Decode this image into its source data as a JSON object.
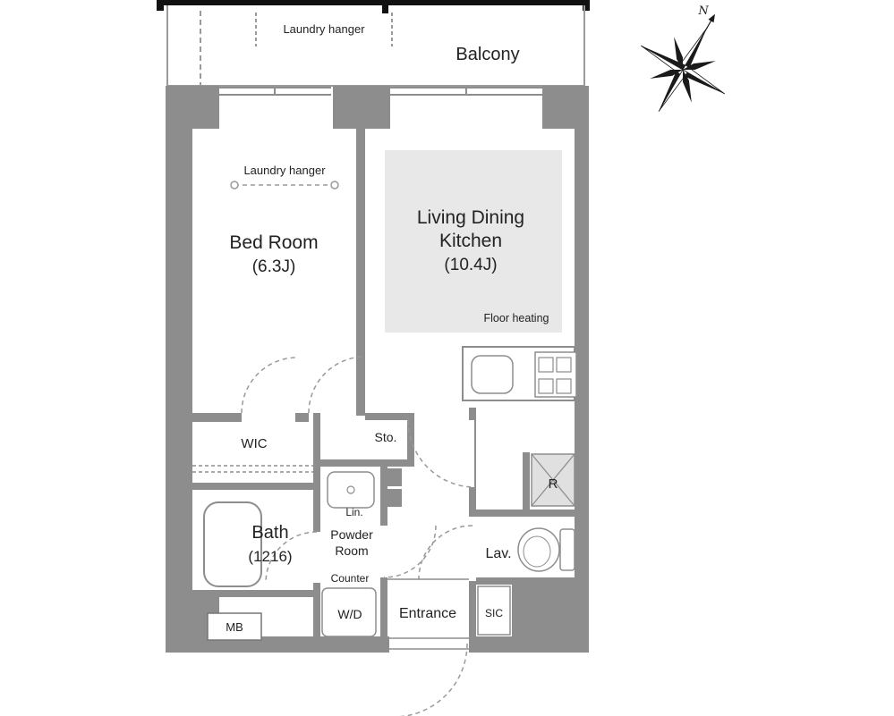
{
  "compass": {
    "north": "N"
  },
  "balcony": {
    "label": "Balcony",
    "laundry_hanger": "Laundry hanger"
  },
  "bedroom": {
    "name": "Bed Room",
    "size": "(6.3J)",
    "laundry_hanger": "Laundry hanger"
  },
  "ldk": {
    "line1": "Living Dining",
    "line2": "Kitchen",
    "size": "(10.4J)",
    "floor_heating": "Floor heating"
  },
  "wic": {
    "label": "WIC"
  },
  "storage": {
    "label": "Sto."
  },
  "bath": {
    "name": "Bath",
    "size": "(1216)"
  },
  "linen": {
    "label": "Lin."
  },
  "powder_room": {
    "line1": "Powder",
    "line2": "Room",
    "counter": "Counter"
  },
  "washer_dryer": {
    "label": "W/D"
  },
  "entrance": {
    "label": "Entrance"
  },
  "sic": {
    "label": "SIC"
  },
  "lavatory": {
    "label": "Lav."
  },
  "refrigerator": {
    "label": "R"
  },
  "meter_box": {
    "label": "MB"
  },
  "colors": {
    "wall": "#8d8d8d",
    "floor_heating_fill": "#e8e8e8",
    "fixture_stroke": "#8d8d8d",
    "door_arc": "#999999",
    "boundary_black": "#111111",
    "text": "#222222"
  }
}
